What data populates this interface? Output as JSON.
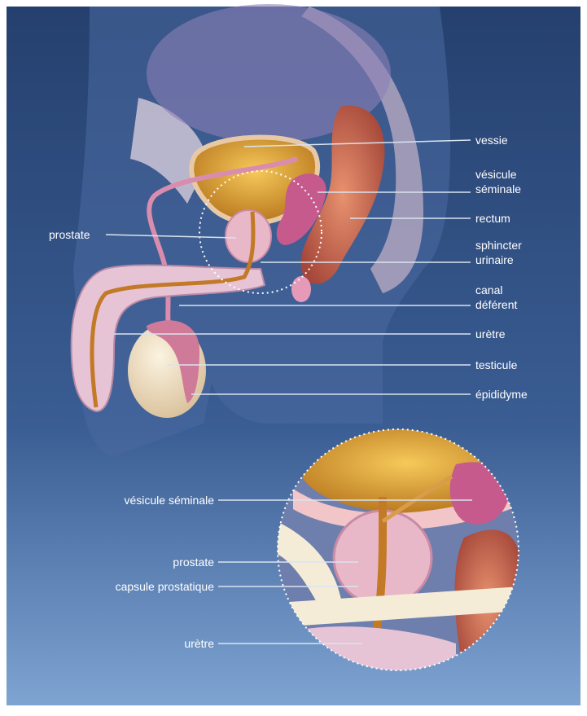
{
  "labels": {
    "main": {
      "vessie": "vessie",
      "vesicule_1": "vésicule",
      "vesicule_2": "séminale",
      "rectum": "rectum",
      "prostate": "prostate",
      "sphincter_1": "sphincter",
      "sphincter_2": "urinaire",
      "canal_1": "canal",
      "canal_2": "déférent",
      "uretre": "urètre",
      "testicule": "testicule",
      "epididyme": "épididyme"
    },
    "inset": {
      "vesicule_seminale": "vésicule séminale",
      "prostate": "prostate",
      "capsule": "capsule prostatique",
      "uretre": "urètre"
    }
  },
  "colors": {
    "background_top": "#25406e",
    "background_bottom": "#7ea4d2",
    "label_text": "#ffffff",
    "leader_line": "#d9e3f0",
    "bladder": "#d9a33a",
    "prostate": "#e8b8c8",
    "vesicle": "#c65a8c",
    "rectum": "#c86f55",
    "testicle": "#f0e2c8",
    "urethra": "#c27a26"
  }
}
